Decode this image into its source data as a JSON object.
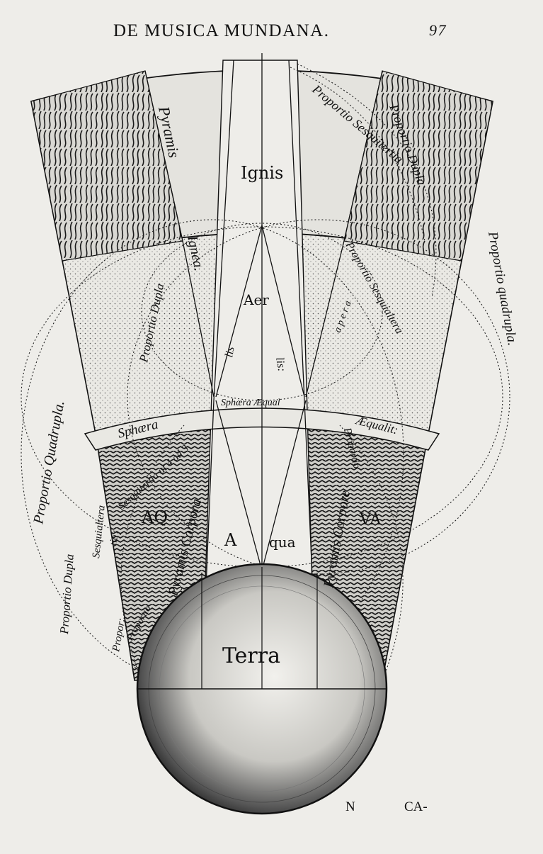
{
  "header": {
    "title": "DE MUSICA MUNDANA.",
    "page_number": "97"
  },
  "footer": {
    "signature": "N",
    "catchword": "CA-"
  },
  "diagram": {
    "spheres": {
      "ignis": "Ignis",
      "aer": "Aer",
      "aqua_a": "A",
      "aqua_b": "qua",
      "terra": "Terra"
    },
    "labels": {
      "pyramis_top": "Pyramis",
      "ignea": "Ignea.",
      "proportio_sesquitertia_top": "Proportio Sesquitertia",
      "proportio_dupla_top": "Proportio Dupla",
      "proportio_quadrupla_right": "Proportio quadrupla.",
      "proportio_dupla_left": "Proportio Dupla",
      "proportio_sesquialtera_right": "Proportio Sesquialtera",
      "fine_text": "a p e r a",
      "lis_left": "lis",
      "lis_right": "lis:",
      "sphaera_aequal": "Sphæra Æqual",
      "sphaera": "Sphæra",
      "aequalit": "Æqualit:",
      "proportio_quadrupla_left": "Proportio Quadrupla.",
      "sesquialtera_left": "Sesquialtera",
      "tio": "tio",
      "sesquitertia_ut": "Sesquitertia ut 4 ad 3",
      "aq": "AQ",
      "va": "VA",
      "pyramis_corpora_left": "Pyramis Corpora",
      "pyramis_corpore_right": "Pyramis Corpore",
      "proportio_right_small": "Proportio",
      "proportio_dupla_outer_left": "Proportio Dupla",
      "propor": "Propor:",
      "proportio_small_left": "Proportio"
    }
  }
}
